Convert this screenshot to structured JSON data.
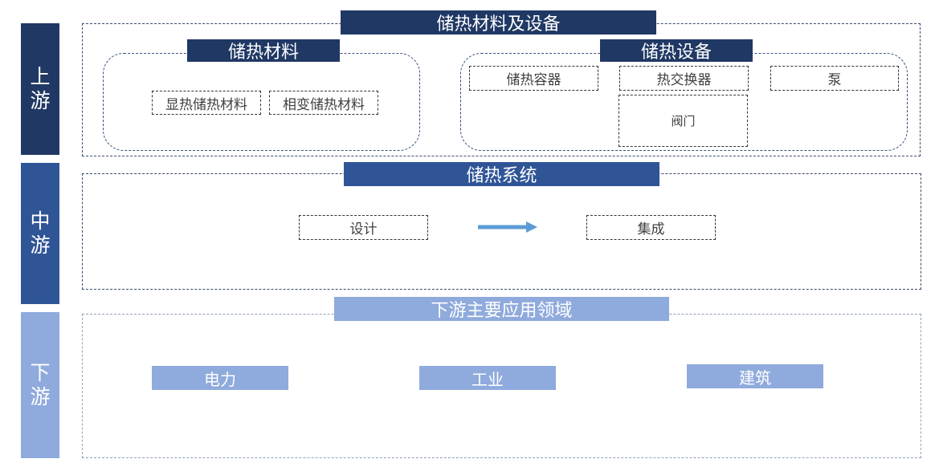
{
  "colors": {
    "dark_navy": "#203864",
    "mid_blue": "#2f5597",
    "light_blue": "#8faadc",
    "arrow": "#5b9bd5"
  },
  "tiers": {
    "upstream": [
      "上",
      "游"
    ],
    "midstream": [
      "中",
      "游"
    ],
    "downstream": [
      "下",
      "游"
    ]
  },
  "upstream": {
    "title": "储热材料及设备",
    "materials": {
      "title": "储热材料",
      "items": [
        "显热储热材料",
        "相变储热材料"
      ]
    },
    "equipment": {
      "title": "储热设备",
      "items": [
        "储热容器",
        "热交换器",
        "泵",
        "阀门"
      ]
    }
  },
  "midstream": {
    "title": "储热系统",
    "items": [
      "设计",
      "集成"
    ]
  },
  "downstream": {
    "title": "下游主要应用领域",
    "items": [
      "电力",
      "工业",
      "建筑"
    ]
  }
}
